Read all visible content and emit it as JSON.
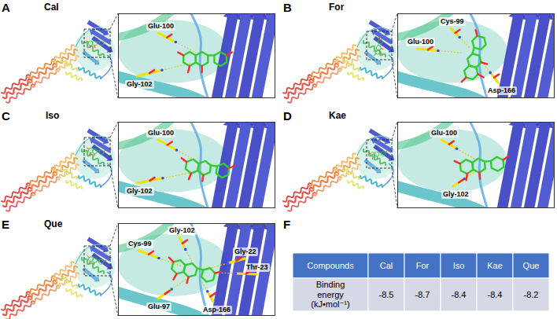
{
  "diagram": {
    "nodes": [
      {
        "text": [
          "Glu-100",
          "Gly-102"
        ]
      },
      {
        "text": [
          "Cys-99",
          "Glu-100",
          "Asp-166"
        ]
      },
      {
        "text": [
          "Glu-100",
          "Gly-102"
        ]
      },
      {
        "text": [
          "Glu-100",
          "Gly-102"
        ]
      },
      {
        "text": [
          "Gly-102",
          "Cys-99",
          "Gly-22",
          "Thr-23",
          "Glu-97",
          "Asp-166"
        ]
      }
    ],
    "labels": [
      "A",
      "Cal",
      "B",
      "For",
      "C",
      "Iso",
      "D",
      "Kae",
      "E",
      "Que",
      "F",
      "Compounds",
      "Cal",
      "For",
      "Iso",
      "Kae",
      "Que",
      "Binding energy (kJ•mol⁻¹)",
      "-8.5",
      "-8.7",
      "-8.4",
      "-8.4",
      "-8.2"
    ]
  }
}
